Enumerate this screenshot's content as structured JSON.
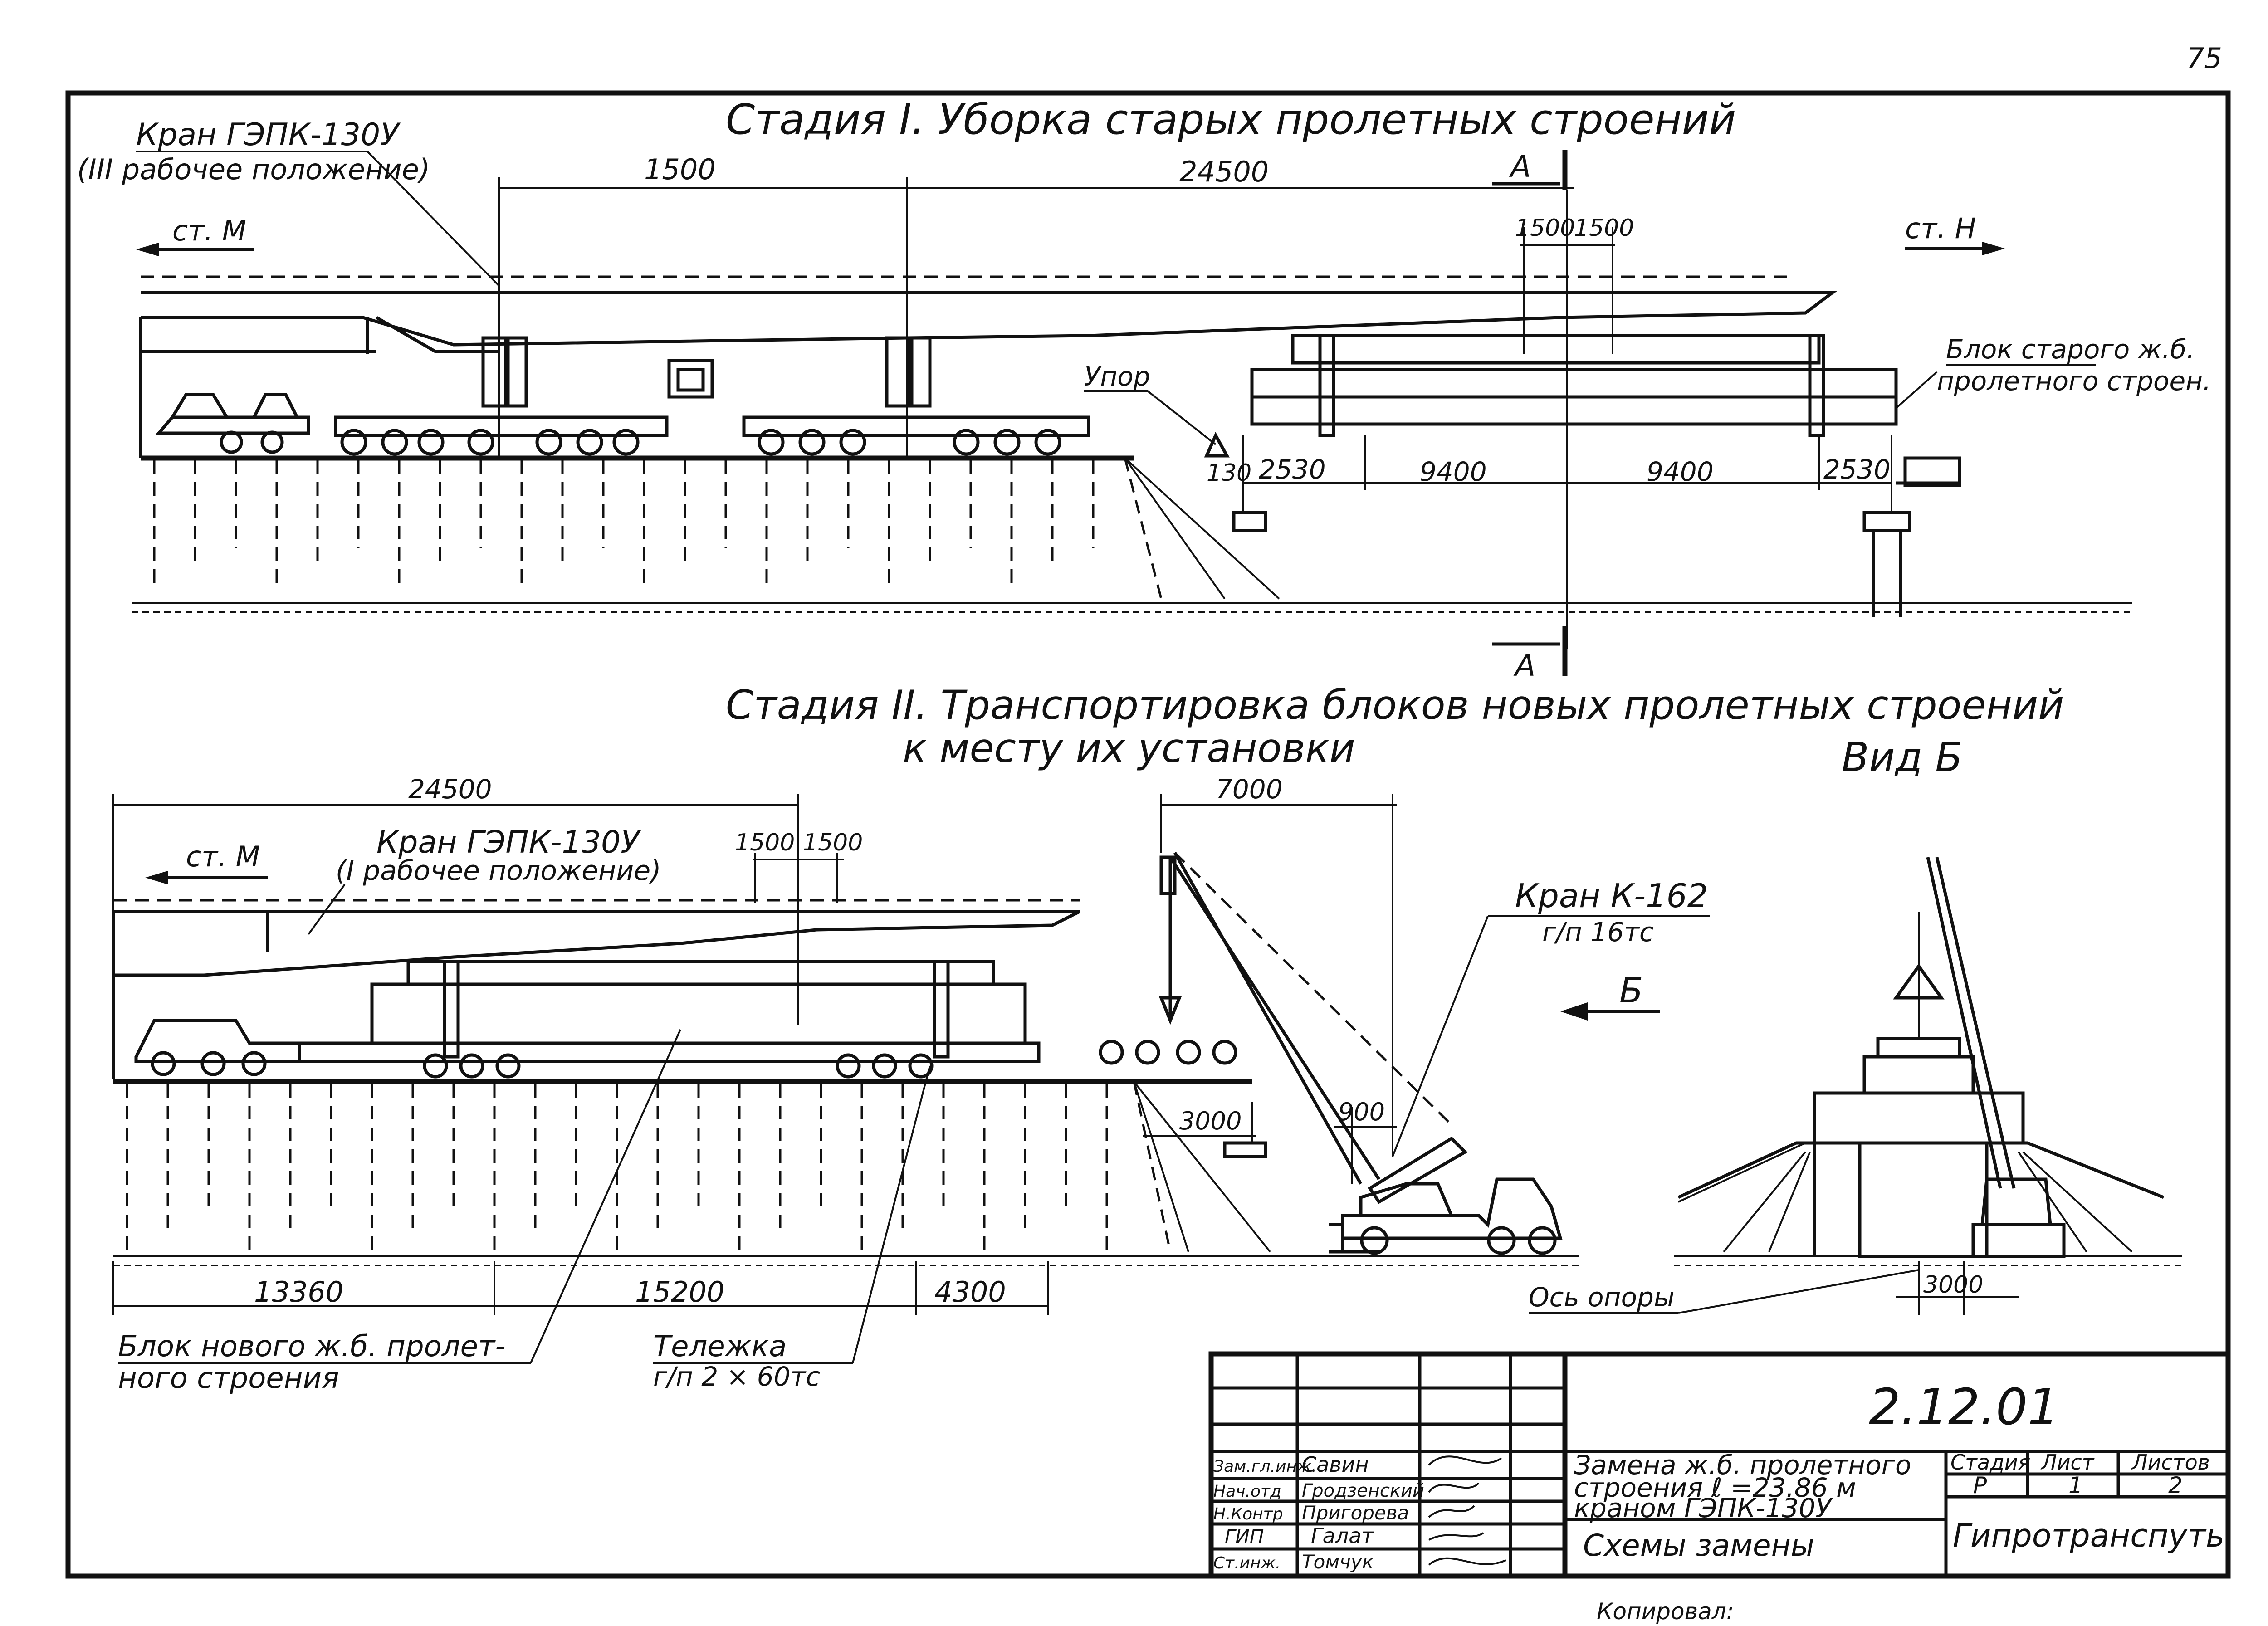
{
  "page_number": "75",
  "stage1": {
    "title": "Стадия I. Уборка старых пролетных строений",
    "crane_label": "Кран ГЭПК-130У",
    "crane_position": "(III рабочее положение)",
    "station_left": "ст. М",
    "station_right": "ст. Н",
    "dim_1500": "1500",
    "dim_24500": "24500",
    "dim_1500_a": "1500",
    "dim_1500_b": "1500",
    "section_mark": "А",
    "stop_label": "Упор",
    "old_block_label_1": "Блок старого ж.б.",
    "old_block_label_2": "пролетного строен.",
    "dim_130": "130",
    "dim_2530_l": "2530",
    "dim_9400_l": "9400",
    "dim_9400_r": "9400",
    "dim_2530_r": "2530"
  },
  "stage2": {
    "title_line1": "Стадия II. Транспортировка блоков новых пролетных строений",
    "title_line2": "к месту их установки",
    "view_label": "Вид Б",
    "dim_24500": "24500",
    "station_left": "ст. М",
    "crane_label": "Кран ГЭПК-130У",
    "crane_position": "(I рабочее положение)",
    "dim_1500_a": "1500",
    "dim_1500_b": "1500",
    "dim_7000": "7000",
    "crane_k162": "Кран К-162",
    "crane_k162_cap": "г/п 16тс",
    "view_arrow": "Б",
    "dim_900": "900",
    "dim_3000": "3000",
    "dim_13360": "13360",
    "dim_15200": "15200",
    "dim_4300": "4300",
    "new_block_1": "Блок нового ж.б. пролет-",
    "new_block_2": "ного строения",
    "bogie_label": "Тележка",
    "bogie_cap": "г/п 2 × 60тс",
    "pier_axis": "Ось опоры",
    "dim_3000_pier": "3000"
  },
  "title_block": {
    "drawing_number": "2.12.01",
    "description_1": "Замена ж.б. пролетного",
    "description_2": "строения ℓ =23.86 м",
    "description_3": "краном ГЭПК-130У",
    "sheet_title": "Схемы замены",
    "org": "Гипротранспуть",
    "col_stage": "Стадия",
    "col_sheet": "Лист",
    "col_sheets": "Листов",
    "val_stage": "Р",
    "val_sheet": "1",
    "val_sheets": "2",
    "roles": [
      {
        "role": "Зам.гл.инж.",
        "name": "Савин"
      },
      {
        "role": "Нач.отд",
        "name": "Гродзенский"
      },
      {
        "role": "Н.Контр",
        "name": "Пригорева"
      },
      {
        "role": "ГИП",
        "name": "Галат"
      },
      {
        "role": "Ст.инж.",
        "name": "Томчук"
      }
    ],
    "copied": "Копировал:"
  }
}
